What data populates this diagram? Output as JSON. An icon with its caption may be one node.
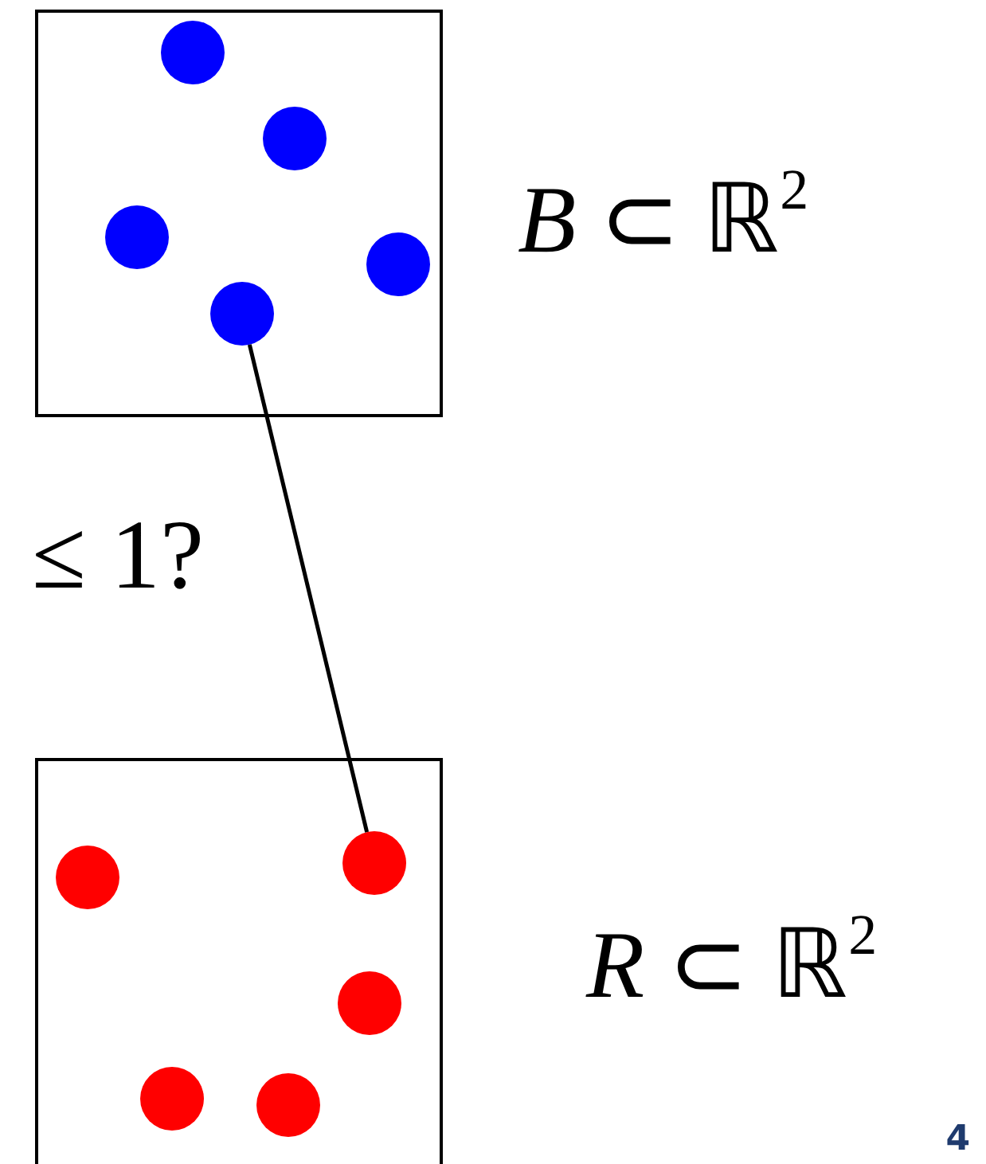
{
  "diagram": {
    "nodes": [
      {
        "text": [],
        "shape": "box",
        "beside": [
          "*B* ⊂ ℝ$^{2}$"
        ]
      },
      {
        "text": [],
        "shape": "circle",
        "in": 0
      },
      {
        "text": [],
        "shape": "circle",
        "in": 0
      },
      {
        "text": [],
        "shape": "circle",
        "in": 0
      },
      {
        "text": [],
        "shape": "circle",
        "in": 0
      },
      {
        "text": [],
        "shape": "circle",
        "in": 0
      },
      {
        "text": [],
        "shape": "box",
        "beside": [
          "*R* ⊂ ℝ$^{2}$"
        ]
      },
      {
        "text": [],
        "shape": "circle",
        "in": 6
      },
      {
        "text": [],
        "shape": "circle",
        "in": 6
      },
      {
        "text": [],
        "shape": "circle",
        "in": 6
      },
      {
        "text": [],
        "shape": "circle",
        "in": 6
      },
      {
        "text": [],
        "shape": "circle",
        "in": 6
      }
    ],
    "edges": [
      {
        "from": 3,
        "to": 11,
        "arrow": "none",
        "label": "≤ 1?"
      }
    ],
    "labels": [
      "4"
    ]
  }
}
